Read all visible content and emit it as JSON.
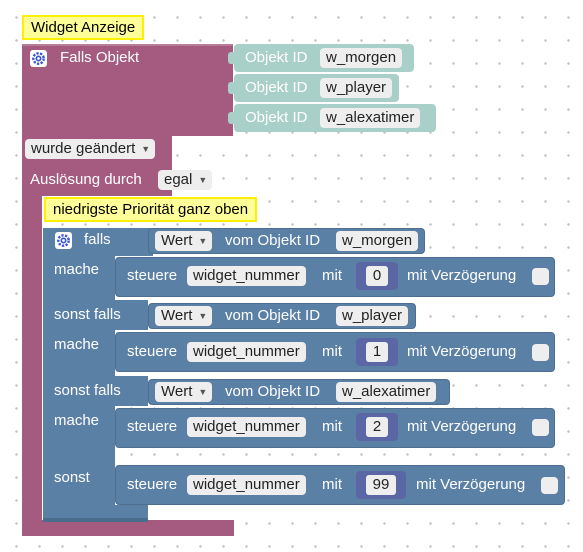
{
  "comments": {
    "top": "Widget Anzeige",
    "priority": "niedrigste Priorität ganz oben"
  },
  "trigger": {
    "label": "Falls Objekt",
    "objects": [
      {
        "prefix": "Objekt ID",
        "id": "w_morgen"
      },
      {
        "prefix": "Objekt ID",
        "id": "w_player"
      },
      {
        "prefix": "Objekt ID",
        "id": "w_alexatimer"
      }
    ],
    "condition": "wurde geändert",
    "ausloesung_label": "Auslösung durch",
    "ausloesung_value": "egal"
  },
  "if_block": {
    "falls": "falls",
    "mache": "mache",
    "sonst_falls": "sonst falls",
    "sonst": "sonst",
    "branches": [
      {
        "value_dd": "Wert",
        "from": "vom Objekt ID",
        "object": "w_morgen",
        "action": "steuere",
        "target": "widget_nummer",
        "mit": "mit",
        "number": "0",
        "delay": "mit Verzögerung"
      },
      {
        "value_dd": "Wert",
        "from": "vom Objekt ID",
        "object": "w_player",
        "action": "steuere",
        "target": "widget_nummer",
        "mit": "mit",
        "number": "1",
        "delay": "mit Verzögerung"
      },
      {
        "value_dd": "Wert",
        "from": "vom Objekt ID",
        "object": "w_alexatimer",
        "action": "steuere",
        "target": "widget_nummer",
        "mit": "mit",
        "number": "2",
        "delay": "mit Verzögerung"
      }
    ],
    "else_action": {
      "action": "steuere",
      "target": "widget_nummer",
      "mit": "mit",
      "number": "99",
      "delay": "mit Verzögerung"
    }
  },
  "colors": {
    "trigger_block": "#a55b80",
    "if_block": "#5b80a5",
    "action_block": "#5b80a5",
    "object_block": "#a9d0c8",
    "number_block": "#5b67a5",
    "comment_bg": "#ffff99",
    "comment_border": "#ffef00"
  }
}
